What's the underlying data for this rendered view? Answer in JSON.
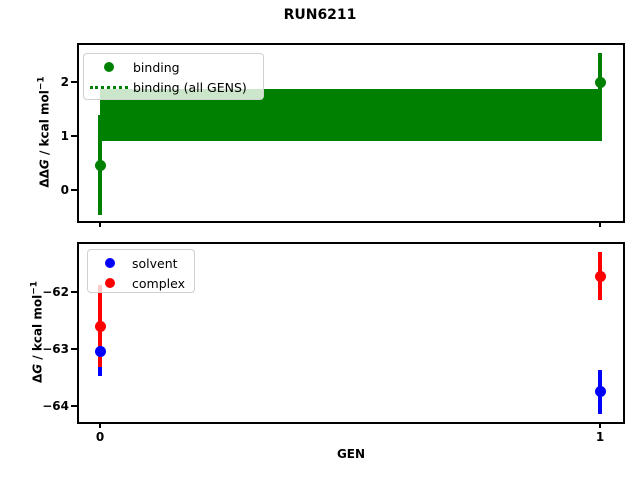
{
  "figure": {
    "title": "RUN6211",
    "background": "#ffffff"
  },
  "axes": {
    "x_label": "GEN",
    "x_tick_values": [
      0,
      1
    ],
    "x_tick_labels": [
      "0",
      "1"
    ]
  },
  "top_plot": {
    "ylabel": {
      "delta": "ΔΔ",
      "symbol": "G",
      "unit": " / kcal mol",
      "sup": "−1"
    },
    "ytick_values": [
      2,
      1,
      0
    ],
    "ytick_labels": [
      "2",
      "1",
      "0"
    ],
    "legend": {
      "items": [
        {
          "label": "binding",
          "marker": "dot",
          "color": "#008000"
        },
        {
          "label": "binding (all GENS)",
          "marker": "dotted-line",
          "color": "#008000"
        }
      ]
    }
  },
  "bottom_plot": {
    "ylabel": {
      "delta": "Δ",
      "symbol": "G",
      "unit": " / kcal mol",
      "sup": "−1"
    },
    "ytick_values": [
      -62,
      -63,
      -64
    ],
    "ytick_labels": [
      "−62",
      "−63",
      "−64"
    ],
    "legend": {
      "items": [
        {
          "label": "solvent",
          "marker": "dot",
          "color": "#0000ff"
        },
        {
          "label": "complex",
          "marker": "dot",
          "color": "#ff0000"
        }
      ]
    }
  },
  "chart_data": [
    {
      "type": "scatter",
      "title": "RUN6211",
      "xlabel": "GEN",
      "ylabel": "ΔΔG / kcal mol⁻¹",
      "x": [
        0,
        1
      ],
      "series": [
        {
          "name": "binding",
          "values": [
            0.46,
            2.0
          ],
          "errors": [
            0.92,
            0.54
          ],
          "color": "#008000",
          "marker": "circle"
        }
      ],
      "band": {
        "name": "binding (all GENS)",
        "mean": 1.39,
        "low": 0.91,
        "high": 1.87,
        "color": "#008000",
        "line_style": "dotted"
      },
      "xlim": [
        -0.05,
        1.05
      ],
      "ylim": [
        -0.57,
        2.72
      ],
      "yticks": [
        0,
        1,
        2
      ],
      "grid": false,
      "legend_position": "upper left"
    },
    {
      "type": "scatter",
      "xlabel": "GEN",
      "ylabel": "ΔG / kcal mol⁻¹",
      "x": [
        0,
        1
      ],
      "series": [
        {
          "name": "solvent",
          "values": [
            -63.05,
            -63.75
          ],
          "errors": [
            0.42,
            0.39
          ],
          "color": "#0000ff",
          "marker": "circle"
        },
        {
          "name": "complex",
          "values": [
            -62.6,
            -61.72
          ],
          "errors": [
            0.72,
            0.42
          ],
          "color": "#ff0000",
          "marker": "circle"
        }
      ],
      "xlim": [
        -0.05,
        1.05
      ],
      "ylim": [
        -64.27,
        -61.14
      ],
      "yticks": [
        -62,
        -63,
        -64
      ],
      "grid": false,
      "legend_position": "upper left"
    }
  ]
}
